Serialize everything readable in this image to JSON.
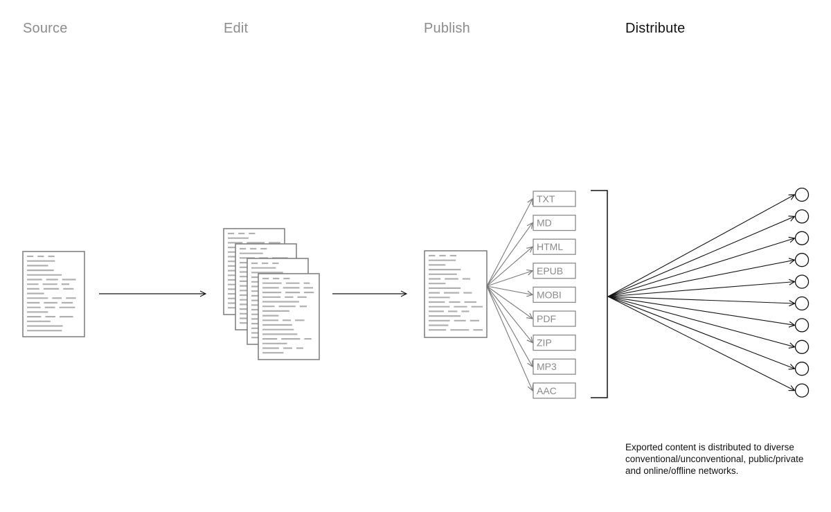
{
  "stages": [
    {
      "label": "Source"
    },
    {
      "label": "Edit"
    },
    {
      "label": "Publish"
    },
    {
      "label": "Distribute"
    }
  ],
  "formats": [
    "TXT",
    "MD",
    "HTML",
    "EPUB",
    "MOBI",
    "PDF",
    "ZIP",
    "MP3",
    "AAC"
  ],
  "networks_count": 10,
  "note": "Exported content is distributed to diverse conventional/unconventional, public/private and online/offline networks.",
  "colors": {
    "muted_text": "#8c8c8c",
    "dark": "#111111",
    "doc_stroke": "#7a7a7a",
    "doc_lines": "#b0b0b0"
  }
}
